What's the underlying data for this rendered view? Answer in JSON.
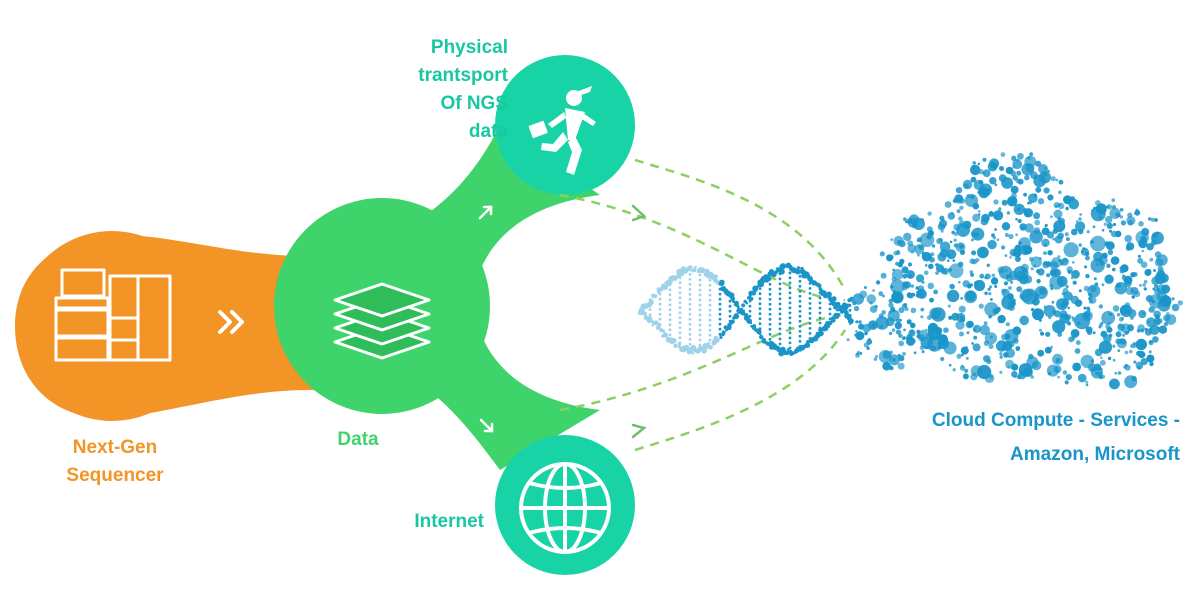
{
  "labels": {
    "sequencer": [
      "Next-Gen",
      "Sequencer"
    ],
    "data": "Data",
    "physical": [
      "Physical",
      "trantsport",
      "Of NGS",
      "data"
    ],
    "internet": "Internet",
    "cloud": [
      "Cloud Compute - Services -",
      "Amazon, Microsoft"
    ]
  },
  "colors": {
    "orange": "#f39426",
    "green": "#3fd46b",
    "teal": "#17d3a5",
    "blue": "#1a95c9",
    "light_blue": "#9fd3ea",
    "dash": "#8ccf63"
  },
  "icons": {
    "sequencer": "sequencer-machine-icon",
    "arrows": "double-chevron-right-icon",
    "data": "layers-stack-icon",
    "physical": "running-courier-icon",
    "internet": "globe-icon",
    "cloud": "dotted-cloud-icon",
    "dna": "dotted-dna-helix-icon"
  }
}
